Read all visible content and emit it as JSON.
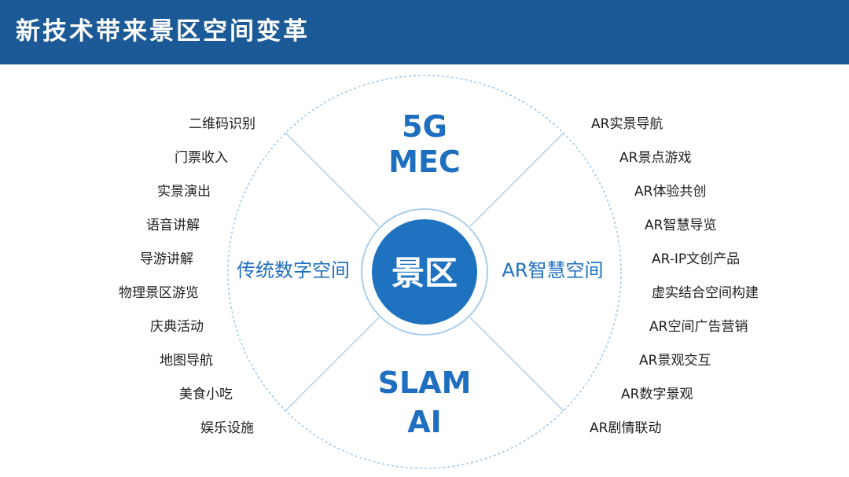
{
  "header": {
    "title": "新技术带来景区空间变革"
  },
  "diagram": {
    "center": "景区",
    "top": [
      "5G",
      "MEC"
    ],
    "bottom": [
      "SLAM",
      "AI"
    ],
    "left_label": "传统数字空间",
    "right_label": "AR智慧空间",
    "left_items": [
      "二维码识别",
      "门票收入",
      "实景演出",
      "语音讲解",
      "导游讲解",
      "物理景区游览",
      "庆典活动",
      "地图导航",
      "美食小吃",
      "娱乐设施"
    ],
    "right_items": [
      "AR实景导航",
      "AR景点游戏",
      "AR体验共创",
      "AR智慧导览",
      "AR-IP文创产品",
      "虚实结合空间构建",
      "AR空间广告营销",
      "AR景观交互",
      "AR数字景观",
      "AR剧情联动"
    ]
  },
  "colors": {
    "header_bg": "#1b5a96",
    "accent_blue": "#1e6fc0",
    "center_fill": "#1f72bf",
    "ring_line": "#9ec6e6",
    "text_dark": "#1e1e1e"
  }
}
